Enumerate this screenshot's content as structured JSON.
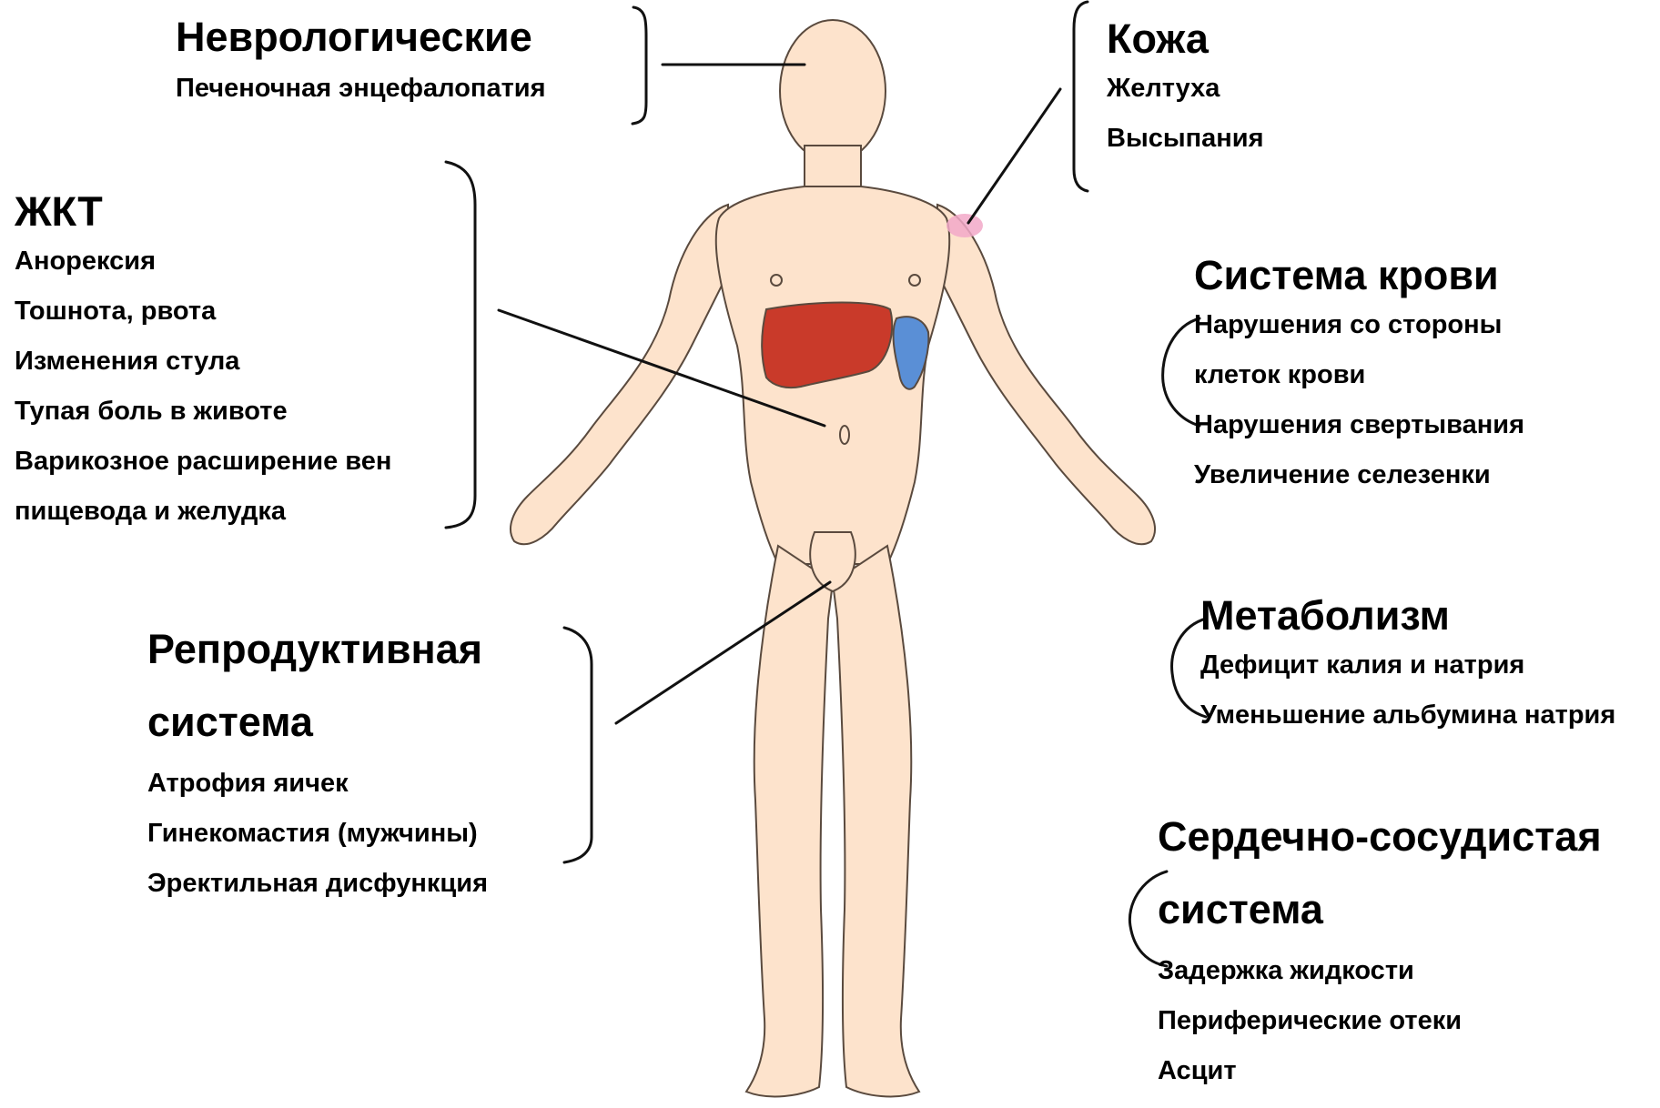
{
  "colors": {
    "skin": "#fde3cc",
    "outline": "#5a4a3e",
    "liver": "#c93a2a",
    "spleen": "#5a8fd6",
    "rash": "#f2a8c8",
    "text": "#000000",
    "connector": "#111111"
  },
  "groups": {
    "neuro": {
      "title": "Неврологические",
      "items": [
        "Печеночная энцефалопатия"
      ]
    },
    "skin": {
      "title": "Кожа",
      "items": [
        "Желтуха",
        "Высыпания"
      ]
    },
    "gi": {
      "title": "ЖКТ",
      "items": [
        "Анорексия",
        "Тошнота, рвота",
        "Изменения стула",
        "Тупая боль в животе",
        "Варикозное расширение вен",
        "пищевода и желудка"
      ]
    },
    "blood": {
      "title": "Система крови",
      "items": [
        "Нарушения со стороны",
        "клеток крови",
        "Нарушения свертывания",
        "Увеличение селезенки"
      ]
    },
    "repro": {
      "title_lines": [
        "Репродуктивная",
        "система"
      ],
      "items": [
        "Атрофия яичек",
        "Гинекомастия (мужчины)",
        "Эректильная дисфункция"
      ]
    },
    "metab": {
      "title": "Метаболизм",
      "items": [
        "Дефицит калия и натрия",
        "Уменьшение альбумина натрия"
      ]
    },
    "cardio": {
      "title_lines": [
        "Сердечно-сосудистая",
        "система"
      ],
      "items": [
        "Задержка жидкости",
        "Периферические отеки",
        "Асцит"
      ]
    }
  }
}
